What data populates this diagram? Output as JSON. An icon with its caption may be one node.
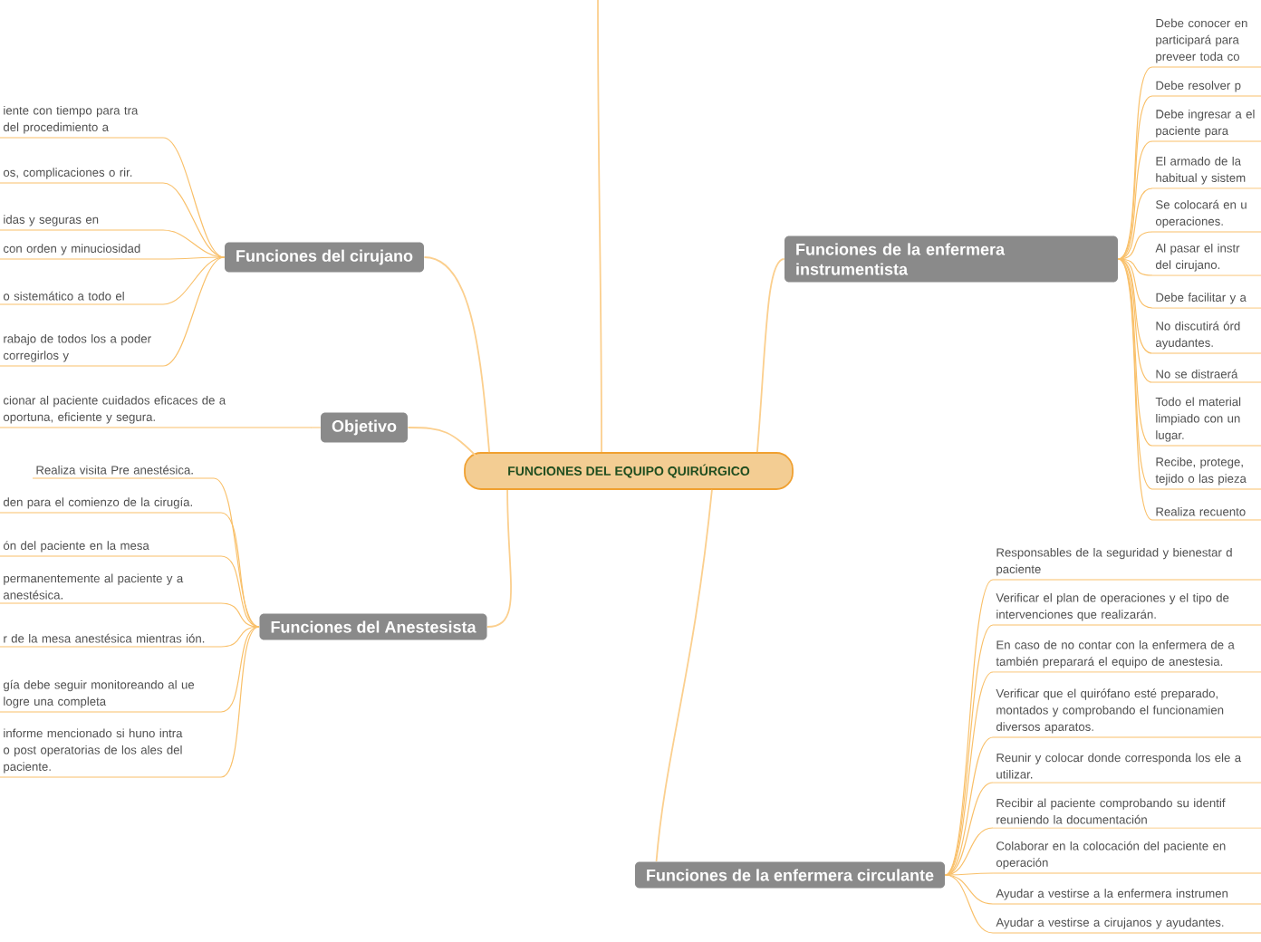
{
  "diagram": {
    "nodes": [
      {
        "text": [
          "FUNCIONES DEL EQUIPO QUIRÚRGICO"
        ]
      },
      {
        "text": [
          "Funciones del cirujano"
        ]
      },
      {
        "text": [
          "Objetivo"
        ]
      },
      {
        "text": [
          "Funciones del Anestesista"
        ]
      },
      {
        "text": [
          "Funciones de la enfermera instrumentista"
        ]
      },
      {
        "text": [
          "Funciones de la enfermera circulante"
        ]
      },
      {
        "text": [
          "iente con tiempo para tra del procedimiento a"
        ]
      },
      {
        "text": [
          "os, complicaciones o rir."
        ]
      },
      {
        "text": [
          "idas y seguras en"
        ]
      },
      {
        "text": [
          "con orden y minuciosidad"
        ]
      },
      {
        "text": [
          "o sistemático a todo el"
        ]
      },
      {
        "text": [
          "rabajo de todos los a poder corregirlos y"
        ]
      },
      {
        "text": [
          "cionar al paciente cuidados eficaces de a oportuna, eficiente y segura."
        ]
      },
      {
        "text": [
          "Realiza visita Pre anestésica."
        ]
      },
      {
        "text": [
          "den para el comienzo de la cirugía."
        ]
      },
      {
        "text": [
          "ón del paciente en la mesa"
        ]
      },
      {
        "text": [
          "permanentemente al paciente y a anestésica."
        ]
      },
      {
        "text": [
          "r de la mesa anestésica mientras ión."
        ]
      },
      {
        "text": [
          "gía debe seguir monitoreando al ue logre una completa"
        ]
      },
      {
        "text": [
          "informe mencionado si huno intra o post operatorias de los ales del paciente."
        ]
      },
      {
        "text": [
          "Debe conocer en participará para preveer toda co"
        ]
      },
      {
        "text": [
          "Debe resolver p"
        ]
      },
      {
        "text": [
          "Debe ingresar a el paciente para"
        ]
      },
      {
        "text": [
          "El armado de la habitual y sistem"
        ]
      },
      {
        "text": [
          "Se colocará en u operaciones."
        ]
      },
      {
        "text": [
          "Al pasar el instr del cirujano."
        ]
      },
      {
        "text": [
          "Debe facilitar y a"
        ]
      },
      {
        "text": [
          "No discutirá órd ayudantes."
        ]
      },
      {
        "text": [
          "No se distraerá"
        ]
      },
      {
        "text": [
          "Todo el material limpiado con un lugar."
        ]
      },
      {
        "text": [
          "Recibe, protege, tejido o las pieza"
        ]
      },
      {
        "text": [
          "Realiza recuento"
        ]
      },
      {
        "text": [
          "Responsables de la seguridad y bienestar d paciente"
        ]
      },
      {
        "text": [
          "Verificar el plan de operaciones y el tipo de intervenciones que realizarán."
        ]
      },
      {
        "text": [
          "En caso de no contar con la enfermera de a también preparará el equipo de anestesia."
        ]
      },
      {
        "text": [
          "Verificar que el quirófano esté preparado, montados y comprobando el funcionamien diversos aparatos."
        ]
      },
      {
        "text": [
          "Reunir y colocar donde corresponda los ele a utilizar."
        ]
      },
      {
        "text": [
          "Recibir al paciente comprobando su identif reuniendo la documentación"
        ]
      },
      {
        "text": [
          "Colaborar en la colocación del paciente en operación"
        ]
      },
      {
        "text": [
          "Ayudar a vestirse a la enfermera instrumen"
        ]
      },
      {
        "text": [
          "Ayudar a vestirse a cirujanos y ayudantes."
        ]
      }
    ],
    "edges": [
      {
        "from": 0,
        "to": 1,
        "arrow": "none"
      },
      {
        "from": 0,
        "to": 2,
        "arrow": "none"
      },
      {
        "from": 0,
        "to": 3,
        "arrow": "none"
      },
      {
        "from": 0,
        "to": 4,
        "arrow": "none"
      },
      {
        "from": 0,
        "to": 5,
        "arrow": "none"
      },
      {
        "from": 0,
        "to": null,
        "arrow": "none"
      },
      {
        "from": 1,
        "to": 6,
        "arrow": "none"
      },
      {
        "from": 1,
        "to": 7,
        "arrow": "none"
      },
      {
        "from": 1,
        "to": 8,
        "arrow": "none"
      },
      {
        "from": 1,
        "to": 9,
        "arrow": "none"
      },
      {
        "from": 1,
        "to": 10,
        "arrow": "none"
      },
      {
        "from": 1,
        "to": 11,
        "arrow": "none"
      },
      {
        "from": 2,
        "to": 12,
        "arrow": "none"
      },
      {
        "from": 3,
        "to": 13,
        "arrow": "none"
      },
      {
        "from": 3,
        "to": 14,
        "arrow": "none"
      },
      {
        "from": 3,
        "to": 15,
        "arrow": "none"
      },
      {
        "from": 3,
        "to": 16,
        "arrow": "none"
      },
      {
        "from": 3,
        "to": 17,
        "arrow": "none"
      },
      {
        "from": 3,
        "to": 18,
        "arrow": "none"
      },
      {
        "from": 3,
        "to": 19,
        "arrow": "none"
      },
      {
        "from": 4,
        "to": 20,
        "arrow": "none"
      },
      {
        "from": 4,
        "to": 21,
        "arrow": "none"
      },
      {
        "from": 4,
        "to": 22,
        "arrow": "none"
      },
      {
        "from": 4,
        "to": 23,
        "arrow": "none"
      },
      {
        "from": 4,
        "to": 24,
        "arrow": "none"
      },
      {
        "from": 4,
        "to": 25,
        "arrow": "none"
      },
      {
        "from": 4,
        "to": 26,
        "arrow": "none"
      },
      {
        "from": 4,
        "to": 27,
        "arrow": "none"
      },
      {
        "from": 4,
        "to": 28,
        "arrow": "none"
      },
      {
        "from": 4,
        "to": 29,
        "arrow": "none"
      },
      {
        "from": 4,
        "to": 30,
        "arrow": "none"
      },
      {
        "from": 4,
        "to": 31,
        "arrow": "none"
      },
      {
        "from": 5,
        "to": 32,
        "arrow": "none"
      },
      {
        "from": 5,
        "to": 33,
        "arrow": "none"
      },
      {
        "from": 5,
        "to": 34,
        "arrow": "none"
      },
      {
        "from": 5,
        "to": 35,
        "arrow": "none"
      },
      {
        "from": 5,
        "to": 36,
        "arrow": "none"
      },
      {
        "from": 5,
        "to": 37,
        "arrow": "none"
      },
      {
        "from": 5,
        "to": 38,
        "arrow": "none"
      },
      {
        "from": 5,
        "to": 39,
        "arrow": "none"
      },
      {
        "from": 5,
        "to": 40,
        "arrow": "none"
      }
    ]
  }
}
